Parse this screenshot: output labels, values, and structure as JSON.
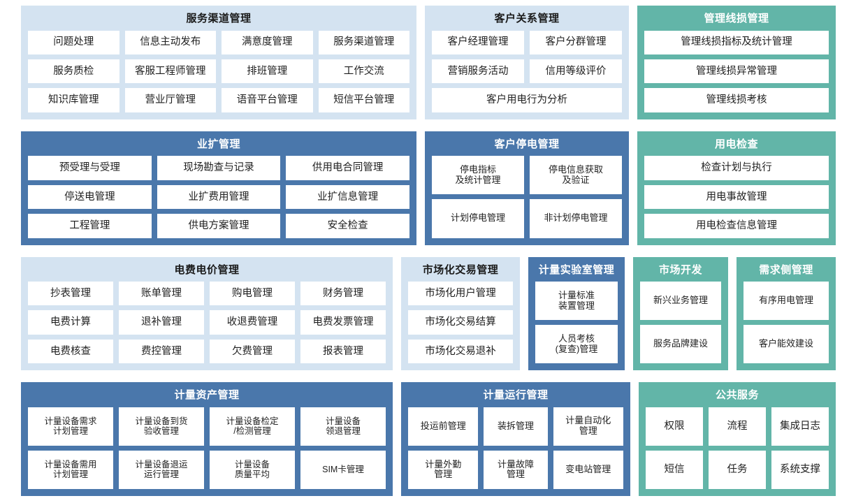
{
  "theme": {
    "light_blue": "#d4e3f1",
    "blue": "#4a77ab",
    "green": "#62b5a8",
    "tile_bg": "#ffffff",
    "page_bg": "#ffffff"
  },
  "rows": [
    {
      "panels": [
        {
          "title": "服务渠道管理",
          "color": "lightblue",
          "tile_rows": [
            [
              "问题处理",
              "信息主动发布",
              "满意度管理",
              "服务渠道管理"
            ],
            [
              "服务质检",
              "客服工程师管理",
              "排班管理",
              "工作交流"
            ],
            [
              "知识库管理",
              "营业厅管理",
              "语音平台管理",
              "短信平台管理"
            ]
          ]
        },
        {
          "title": "客户关系管理",
          "color": "lightblue",
          "tile_rows": [
            [
              "客户经理管理",
              "客户分群管理"
            ],
            [
              "营销服务活动",
              "信用等级评价"
            ],
            [
              "客户用电行为分析"
            ]
          ]
        },
        {
          "title": "管理线损管理",
          "color": "green",
          "tile_rows": [
            [
              "管理线损指标及统计管理"
            ],
            [
              "管理线损异常管理"
            ],
            [
              "管理线损考核"
            ]
          ]
        }
      ]
    },
    {
      "panels": [
        {
          "title": "业扩管理",
          "color": "blue",
          "tile_rows": [
            [
              "预受理与受理",
              "现场勘查与记录",
              "供用电合同管理"
            ],
            [
              "停送电管理",
              "业扩费用管理",
              "业扩信息管理"
            ],
            [
              "工程管理",
              "供电方案管理",
              "安全检查"
            ]
          ]
        },
        {
          "title": "客户停电管理",
          "color": "blue",
          "tile_rows": [
            [
              "停电指标\n及统计管理",
              "停电信息获取\n及验证"
            ],
            [
              "计划停电管理",
              "非计划停电管理"
            ]
          ]
        },
        {
          "title": "用电检查",
          "color": "green",
          "tile_rows": [
            [
              "检查计划与执行"
            ],
            [
              "用电事故管理"
            ],
            [
              "用电检查信息管理"
            ]
          ]
        }
      ]
    },
    {
      "panels": [
        {
          "title": "电费电价管理",
          "color": "lightblue",
          "tile_rows": [
            [
              "抄表管理",
              "账单管理",
              "购电管理",
              "财务管理"
            ],
            [
              "电费计算",
              "退补管理",
              "收退费管理",
              "电费发票管理"
            ],
            [
              "电费核查",
              "费控管理",
              "欠费管理",
              "报表管理"
            ]
          ]
        },
        {
          "title": "市场化交易管理",
          "color": "lightblue",
          "tile_rows": [
            [
              "市场化用户管理"
            ],
            [
              "市场化交易结算"
            ],
            [
              "市场化交易退补"
            ]
          ]
        },
        {
          "title": "计量实验室管理",
          "color": "blue",
          "tile_rows": [
            [
              "计量标准\n装置管理"
            ],
            [
              "人员考核\n(复查)管理"
            ]
          ]
        },
        {
          "title": "市场开发",
          "color": "green",
          "tile_rows": [
            [
              "新兴业务管理"
            ],
            [
              "服务品牌建设"
            ]
          ]
        },
        {
          "title": "需求侧管理",
          "color": "green",
          "tile_rows": [
            [
              "有序用电管理"
            ],
            [
              "客户能效建设"
            ]
          ]
        }
      ]
    },
    {
      "panels": [
        {
          "title": "计量资产管理",
          "color": "blue",
          "tile_rows": [
            [
              "计量设备需求\n计划管理",
              "计量设备到货\n验收管理",
              "计量设备检定\n/检测管理",
              "计量设备\n领退管理"
            ],
            [
              "计量设备需用\n计划管理",
              "计量设备退运\n运行管理",
              "计量设备\n质量平均",
              "SIM卡管理"
            ]
          ]
        },
        {
          "title": "计量运行管理",
          "color": "blue",
          "tile_rows": [
            [
              "投运前管理",
              "装拆管理",
              "计量自动化\n管理"
            ],
            [
              "计量外勤\n管理",
              "计量故障\n管理",
              "变电站管理"
            ]
          ]
        },
        {
          "title": "公共服务",
          "color": "green",
          "tile_rows": [
            [
              "权限",
              "流程",
              "集成日志"
            ],
            [
              "短信",
              "任务",
              "系统支撑"
            ]
          ]
        }
      ]
    }
  ]
}
